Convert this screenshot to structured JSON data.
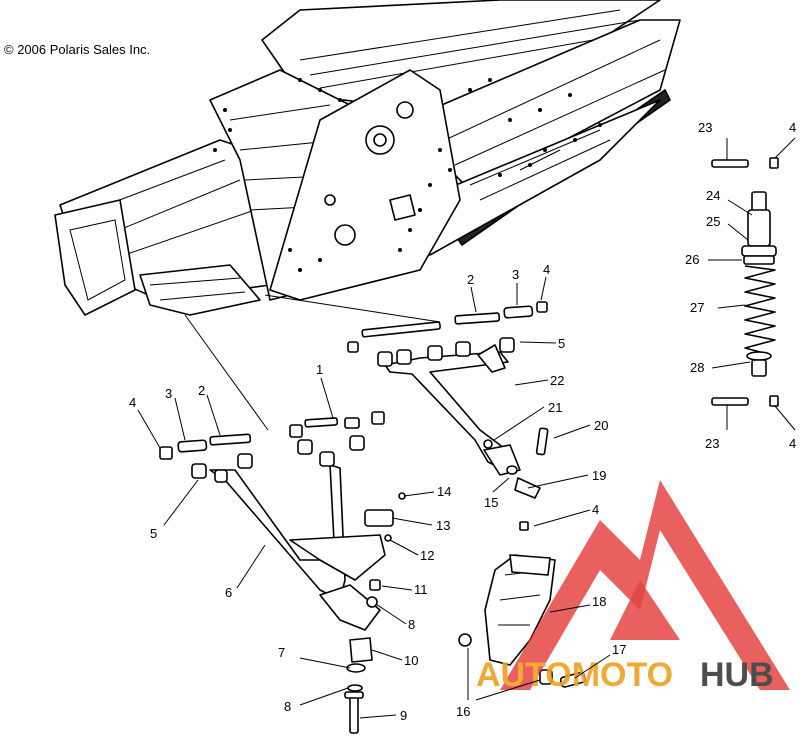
{
  "copyright": "© 2006 Polaris Sales Inc.",
  "labels": {
    "l1": "1",
    "l2a": "2",
    "l2b": "2",
    "l3a": "3",
    "l3b": "3",
    "l4a": "4",
    "l4b": "4",
    "l4c": "4",
    "l4d": "4",
    "l4e": "4",
    "l5a": "5",
    "l5b": "5",
    "l6": "6",
    "l7": "7",
    "l8a": "8",
    "l8b": "8",
    "l9": "9",
    "l10": "10",
    "l11": "11",
    "l12": "12",
    "l13": "13",
    "l14": "14",
    "l15": "15",
    "l16": "16",
    "l17": "17",
    "l18": "18",
    "l19": "19",
    "l20": "20",
    "l21": "21",
    "l22": "22",
    "l23a": "23",
    "l23b": "23",
    "l24": "24",
    "l25": "25",
    "l26": "26",
    "l27": "27",
    "l28": "28"
  },
  "watermark": {
    "part1": "AUTOMOTO",
    "part2": "HUB"
  },
  "colors": {
    "watermark_red": "#e0312d",
    "watermark_orange": "#f0a020",
    "watermark_dark": "#3a3a3a"
  }
}
